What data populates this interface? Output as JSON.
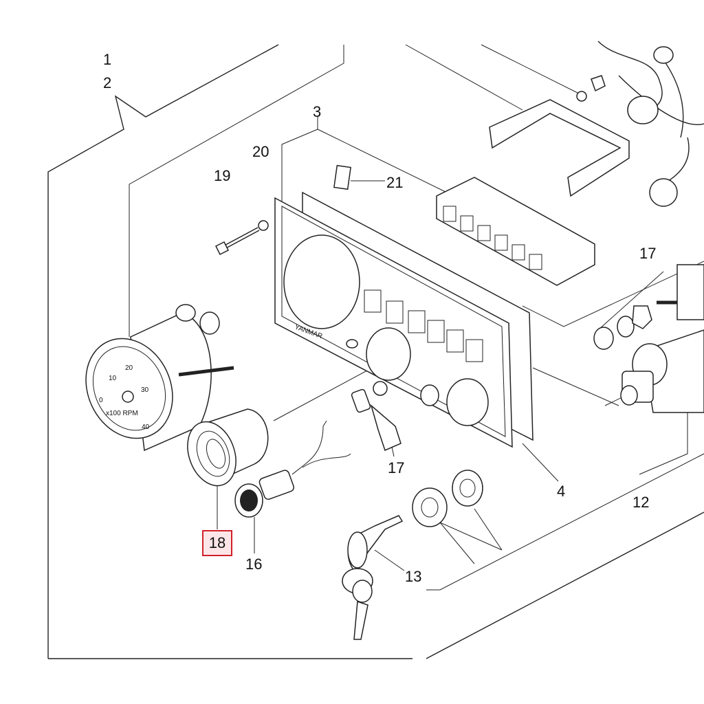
{
  "diagram": {
    "highlight_color": "#d0202a",
    "labels": {
      "l1": "1",
      "l2": "2",
      "l3": "3",
      "l4": "4",
      "l12": "12",
      "l13": "13",
      "l16": "16",
      "l17a": "17",
      "l17b": "17",
      "l18": "18",
      "l19": "19",
      "l20": "20",
      "l21": "21"
    },
    "panel_logo": "YANMAR",
    "gauge": {
      "ticks": [
        "0",
        "10",
        "20",
        "30",
        "40"
      ],
      "unit": "x100 RPM"
    },
    "selected_part": "18"
  }
}
